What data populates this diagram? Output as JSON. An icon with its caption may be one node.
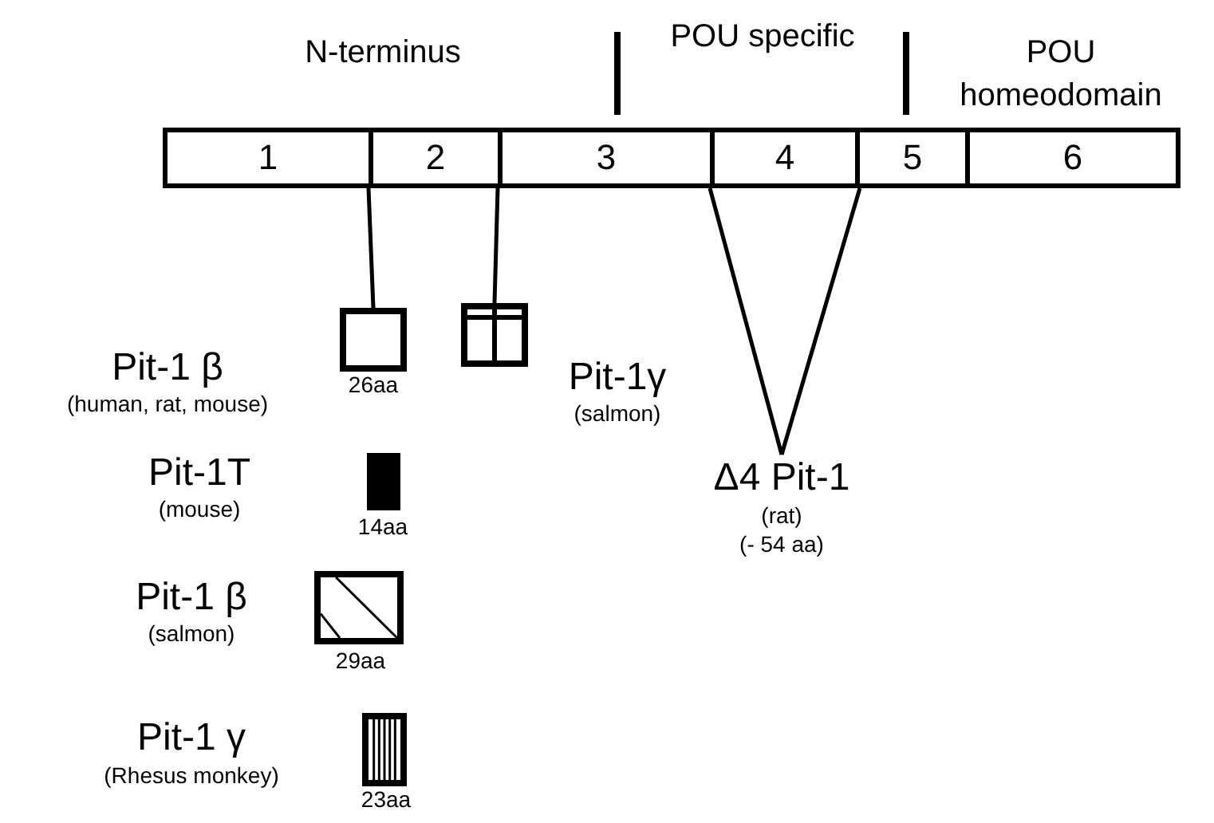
{
  "diagram": {
    "nodes": [
      {
        "text": [
          "1"
        ]
      },
      {
        "text": [
          "2"
        ]
      },
      {
        "text": [
          "3"
        ]
      },
      {
        "text": [
          "4"
        ]
      },
      {
        "text": [
          "5"
        ]
      },
      {
        "text": [
          "6"
        ]
      },
      {
        "text": [],
        "shape": "box",
        "beside": [
          "Pit-1 β",
          "(human, rat, mouse)",
          "26aa"
        ]
      },
      {
        "text": [],
        "shape": "box",
        "beside": [
          "Pit-1γ",
          "(salmon)"
        ]
      },
      {
        "text": [],
        "shape": "bar",
        "beside": [
          "Pit-1T",
          "(mouse)",
          "14aa"
        ]
      },
      {
        "text": [],
        "shape": "box",
        "beside": [
          "Pit-1 β",
          "(salmon)",
          "29aa"
        ]
      },
      {
        "text": [],
        "shape": "box",
        "beside": [
          "Pit-1 γ",
          "(Rhesus monkey)",
          "23aa"
        ]
      },
      {
        "text": [
          "Δ4 Pit-1",
          "(rat)",
          "(- 54 aa)"
        ]
      }
    ],
    "edges": [
      {
        "from": 1,
        "to": 6,
        "arrow": "none"
      },
      {
        "from": 2,
        "to": 7,
        "arrow": "none"
      },
      {
        "from": 3,
        "to": 11,
        "arrow": "none"
      },
      {
        "from": 3,
        "to": 11,
        "arrow": "none"
      }
    ],
    "labels": [
      "N-terminus",
      "POU specific",
      "POU homeodomain"
    ]
  }
}
